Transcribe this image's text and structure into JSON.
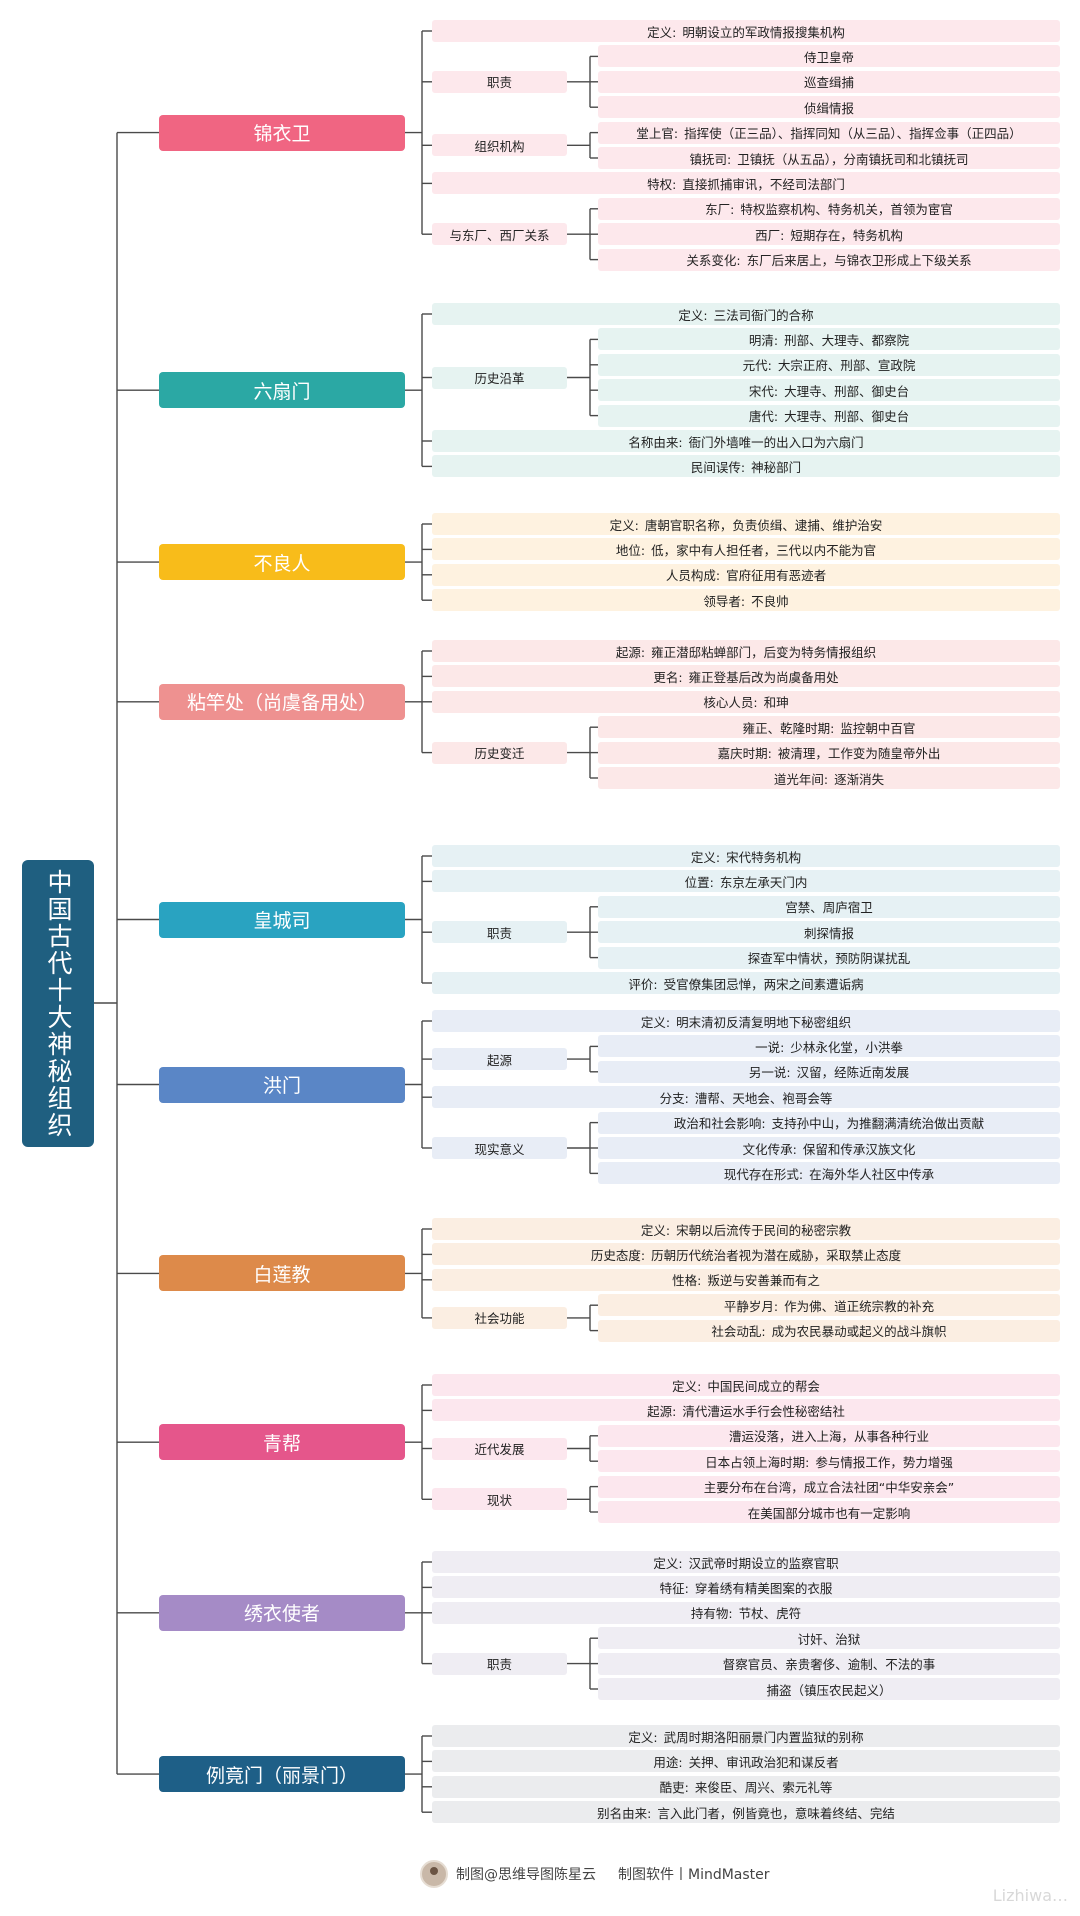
{
  "root": "中国古代十大神秘组织",
  "branches": [
    {
      "label": "锦衣卫",
      "color": "#f06582",
      "tint": "#fde8ec",
      "children": [
        {
          "k": "定义:",
          "v": "明朝设立的军政情报搜集机构"
        },
        {
          "label": "职责",
          "children": [
            {
              "v": "侍卫皇帝"
            },
            {
              "v": "巡查缉捕"
            },
            {
              "v": "侦缉情报"
            }
          ]
        },
        {
          "label": "组织机构",
          "children": [
            {
              "k": "堂上官:",
              "v": "指挥使（正三品）、指挥同知（从三品）、指挥佥事（正四品）"
            },
            {
              "k": "镇抚司:",
              "v": "卫镇抚（从五品），分南镇抚司和北镇抚司"
            }
          ]
        },
        {
          "k": "特权:",
          "v": "直接抓捕审讯，不经司法部门"
        },
        {
          "label": "与东厂、西厂关系",
          "children": [
            {
              "k": "东厂:",
              "v": "特权监察机构、特务机关，首领为宦官"
            },
            {
              "k": "西厂:",
              "v": "短期存在，特务机构"
            },
            {
              "k": "关系变化:",
              "v": "东厂后来居上，与锦衣卫形成上下级关系"
            }
          ]
        }
      ]
    },
    {
      "label": "六扇门",
      "color": "#2ba8a4",
      "tint": "#e6f3f1",
      "children": [
        {
          "k": "定义:",
          "v": "三法司衙门的合称"
        },
        {
          "label": "历史沿革",
          "children": [
            {
              "k": "明清:",
              "v": "刑部、大理寺、都察院"
            },
            {
              "k": "元代:",
              "v": "大宗正府、刑部、宣政院"
            },
            {
              "k": "宋代:",
              "v": "大理寺、刑部、御史台"
            },
            {
              "k": "唐代:",
              "v": "大理寺、刑部、御史台"
            }
          ]
        },
        {
          "k": "名称由来:",
          "v": "衙门外墙唯一的出入口为六扇门"
        },
        {
          "k": "民间误传:",
          "v": "神秘部门"
        }
      ]
    },
    {
      "label": "不良人",
      "color": "#f8bc1a",
      "tint": "#fef2e0",
      "children": [
        {
          "k": "定义:",
          "v": "唐朝官职名称，负责侦缉、逮捕、维护治安"
        },
        {
          "k": "地位:",
          "v": "低，家中有人担任者，三代以内不能为官"
        },
        {
          "k": "人员构成:",
          "v": "官府征用有恶迹者"
        },
        {
          "k": "领导者:",
          "v": "不良帅"
        }
      ]
    },
    {
      "label": "粘竿处（尚虞备用处）",
      "color": "#ee9190",
      "tint": "#fce8e8",
      "children": [
        {
          "k": "起源:",
          "v": "雍正潜邸粘蝉部门，后变为特务情报组织"
        },
        {
          "k": "更名:",
          "v": "雍正登基后改为尚虞备用处"
        },
        {
          "k": "核心人员:",
          "v": "和珅"
        },
        {
          "label": "历史变迁",
          "children": [
            {
              "k": "雍正、乾隆时期:",
              "v": "监控朝中百官"
            },
            {
              "k": "嘉庆时期:",
              "v": "被清理，工作变为随皇帝外出"
            },
            {
              "k": "道光年间:",
              "v": "逐渐消失"
            }
          ]
        }
      ]
    },
    {
      "label": "皇城司",
      "color": "#29a3c1",
      "tint": "#e6f1f4",
      "children": [
        {
          "k": "定义:",
          "v": "宋代特务机构"
        },
        {
          "k": "位置:",
          "v": "东京左承天门内"
        },
        {
          "label": "职责",
          "children": [
            {
              "v": "宫禁、周庐宿卫"
            },
            {
              "v": "刺探情报"
            },
            {
              "v": "探查军中情状，预防阴谋扰乱"
            }
          ]
        },
        {
          "k": "评价:",
          "v": "受官僚集团忌惮，两宋之间素遭诟病"
        }
      ]
    },
    {
      "label": "洪门",
      "color": "#5a86c6",
      "tint": "#e8edf6",
      "children": [
        {
          "k": "定义:",
          "v": "明末清初反清复明地下秘密组织"
        },
        {
          "label": "起源",
          "children": [
            {
              "k": "一说:",
              "v": "少林永化堂，小洪拳"
            },
            {
              "k": "另一说:",
              "v": "汉留，经陈近南发展"
            }
          ]
        },
        {
          "k": "分支:",
          "v": "漕帮、天地会、袍哥会等"
        },
        {
          "label": "现实意义",
          "children": [
            {
              "k": "政治和社会影响:",
              "v": "支持孙中山，为推翻满清统治做出贡献"
            },
            {
              "k": "文化传承:",
              "v": "保留和传承汉族文化"
            },
            {
              "k": "现代存在形式:",
              "v": "在海外华人社区中传承"
            }
          ]
        }
      ]
    },
    {
      "label": "白莲教",
      "color": "#dd8a4a",
      "tint": "#fbeee2",
      "children": [
        {
          "k": "定义:",
          "v": "宋朝以后流传于民间的秘密宗教"
        },
        {
          "k": "历史态度:",
          "v": "历朝历代统治者视为潜在威胁，采取禁止态度"
        },
        {
          "k": "性格:",
          "v": "叛逆与安善兼而有之"
        },
        {
          "label": "社会功能",
          "children": [
            {
              "k": "平静岁月:",
              "v": "作为佛、道正统宗教的补充"
            },
            {
              "k": "社会动乱:",
              "v": "成为农民暴动或起义的战斗旗帜"
            }
          ]
        }
      ]
    },
    {
      "label": "青帮",
      "color": "#e5568b",
      "tint": "#fce7ee",
      "children": [
        {
          "k": "定义:",
          "v": "中国民间成立的帮会"
        },
        {
          "k": "起源:",
          "v": "清代漕运水手行会性秘密结社"
        },
        {
          "label": "近代发展",
          "children": [
            {
              "v": "漕运没落，进入上海，从事各种行业"
            },
            {
              "k": "日本占领上海时期:",
              "v": "参与情报工作，势力增强"
            }
          ]
        },
        {
          "label": "现状",
          "children": [
            {
              "v": "主要分布在台湾，成立合法社团“中华安亲会”"
            },
            {
              "v": "在美国部分城市也有一定影响"
            }
          ]
        }
      ]
    },
    {
      "label": "绣衣使者",
      "color": "#a58bc6",
      "tint": "#efedf3",
      "children": [
        {
          "k": "定义:",
          "v": "汉武帝时期设立的监察官职"
        },
        {
          "k": "特征:",
          "v": "穿着绣有精美图案的衣服"
        },
        {
          "k": "持有物:",
          "v": "节杖、虎符"
        },
        {
          "label": "职责",
          "children": [
            {
              "v": "讨奸、治狱"
            },
            {
              "v": "督察官员、亲贵奢侈、逾制、不法的事"
            },
            {
              "v": "捕盗（镇压农民起义）"
            }
          ]
        }
      ]
    },
    {
      "label": "例竟门（丽景门）",
      "color": "#1e5f87",
      "tint": "#ebecee",
      "children": [
        {
          "k": "定义:",
          "v": "武周时期洛阳丽景门内置监狱的别称"
        },
        {
          "k": "用途:",
          "v": "关押、审讯政治犯和谋反者"
        },
        {
          "k": "酷吏:",
          "v": "来俊臣、周兴、索元礼等"
        },
        {
          "k": "别名由来:",
          "v": "言入此门者，例皆竟也，意味着终结、完结"
        }
      ]
    }
  ],
  "footer": {
    "maker": "制图@思维导图陈星云",
    "software": "制图软件丨MindMaster"
  },
  "corner": "Lizhiwa…"
}
